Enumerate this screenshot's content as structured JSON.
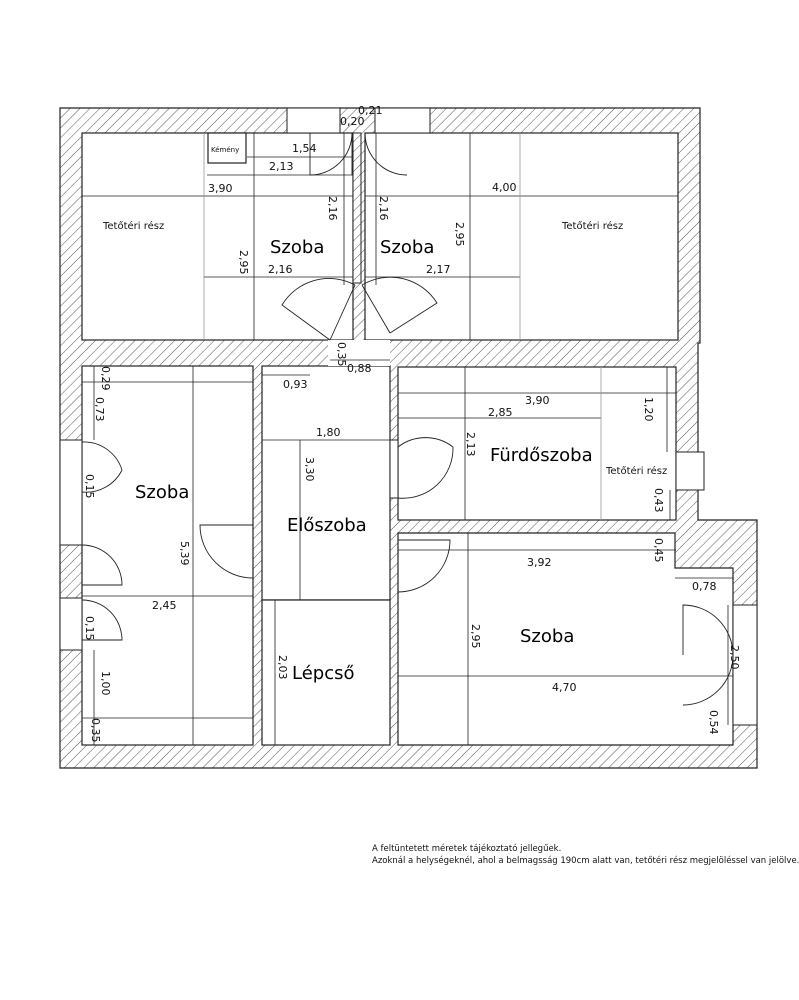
{
  "rooms": {
    "szoba_top_left": "Szoba",
    "szoba_top_right": "Szoba",
    "tetoteri_left": "Tetőtéri rész",
    "tetoteri_right": "Tetőtéri rész",
    "kemeny": "Kémény",
    "szoba_left": "Szoba",
    "eloszoba": "Előszoba",
    "lepcso": "Lépcső",
    "furdoszoba": "Fürdőszoba",
    "tetoteri_bath": "Tetőtéri rész",
    "szoba_right": "Szoba"
  },
  "dimensions": {
    "horizontal": [
      "0,21",
      "0,20",
      "1,54",
      "2,13",
      "3,90",
      "4,00",
      "2,16",
      "2,17",
      "0,88",
      "0,93",
      "1,80",
      "3,90",
      "2,85",
      "3,92",
      "0,78",
      "2,45",
      "4,70"
    ],
    "vertical": [
      "2,95",
      "2,16",
      "2,16",
      "2,95",
      "0,35",
      "0,29",
      "0,73",
      "3,30",
      "2,13",
      "1,20",
      "0,43",
      "0,45",
      "0,15",
      "5,39",
      "0,15",
      "2,50",
      "2,95",
      "2,03",
      "1,00",
      "0,35",
      "0,54"
    ]
  },
  "notes": [
    "A feltüntetett méretek tájékoztató jellegűek.",
    "Azoknál a helységeknél, ahol a belmagsság 190cm alatt van, tetőtéri rész megjelöléssel van jelölve."
  ]
}
